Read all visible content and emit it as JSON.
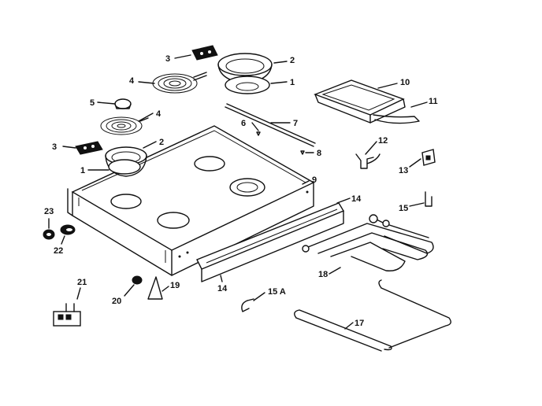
{
  "diagram": {
    "labels": {
      "l1a": "1",
      "l1b": "1",
      "l2a": "2",
      "l2b": "2",
      "l3a": "3",
      "l3b": "3",
      "l4a": "4",
      "l4b": "4",
      "l5": "5",
      "l6": "6",
      "l7": "7",
      "l8": "8",
      "l9": "9",
      "l10": "10",
      "l11": "11",
      "l12": "12",
      "l13": "13",
      "l14a": "14",
      "l14b": "14",
      "l15": "15",
      "l15a": "15 A",
      "l17": "17",
      "l18": "18",
      "l19": "19",
      "l20": "20",
      "l21": "21",
      "l22": "22",
      "l23": "23"
    }
  }
}
